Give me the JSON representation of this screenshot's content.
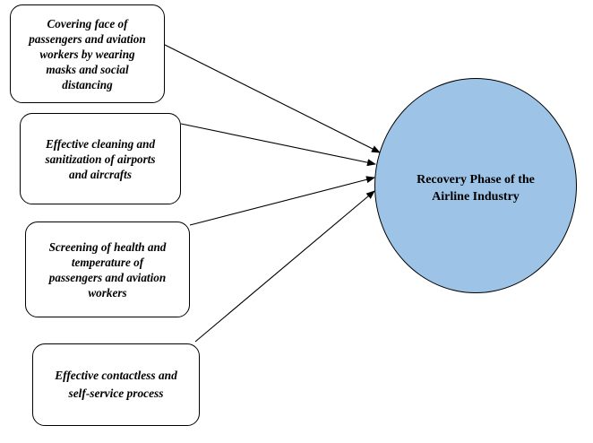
{
  "diagram": {
    "factors": [
      {
        "label": "Covering face of\npassengers and aviation\nworkers by wearing\nmasks and social\ndistancing"
      },
      {
        "label": "Effective cleaning and\nsanitization of airports\nand aircrafts"
      },
      {
        "label": "Screening of health and\ntemperature of\npassengers and aviation\nworkers"
      },
      {
        "label": "Effective contactless and\nself-service process"
      }
    ],
    "outcome": {
      "label": "Recovery Phase of the\nAirline Industry",
      "fill_color": "#9dc3e6"
    },
    "arrows": [
      {
        "from": "factors.0",
        "to": "outcome"
      },
      {
        "from": "factors.1",
        "to": "outcome"
      },
      {
        "from": "factors.2",
        "to": "outcome"
      },
      {
        "from": "factors.3",
        "to": "outcome"
      }
    ]
  }
}
